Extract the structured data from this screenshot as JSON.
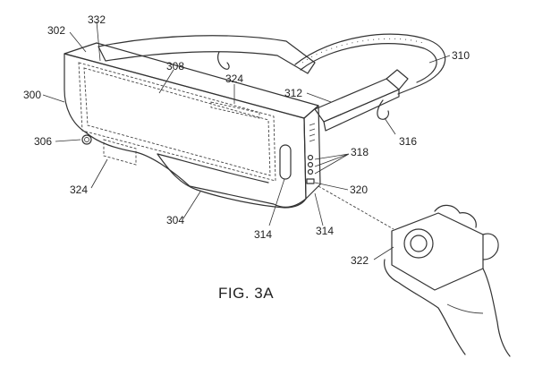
{
  "figure": {
    "caption": "FIG. 3A",
    "labels": {
      "r300": "300",
      "r302": "302",
      "r332": "332",
      "r308": "308",
      "r324_top": "324",
      "r312": "312",
      "r310": "310",
      "r306": "306",
      "r316": "316",
      "r318": "318",
      "r320": "320",
      "r324_left": "324",
      "r304": "304",
      "r314_a": "314",
      "r314_b": "314",
      "r322": "322"
    }
  }
}
